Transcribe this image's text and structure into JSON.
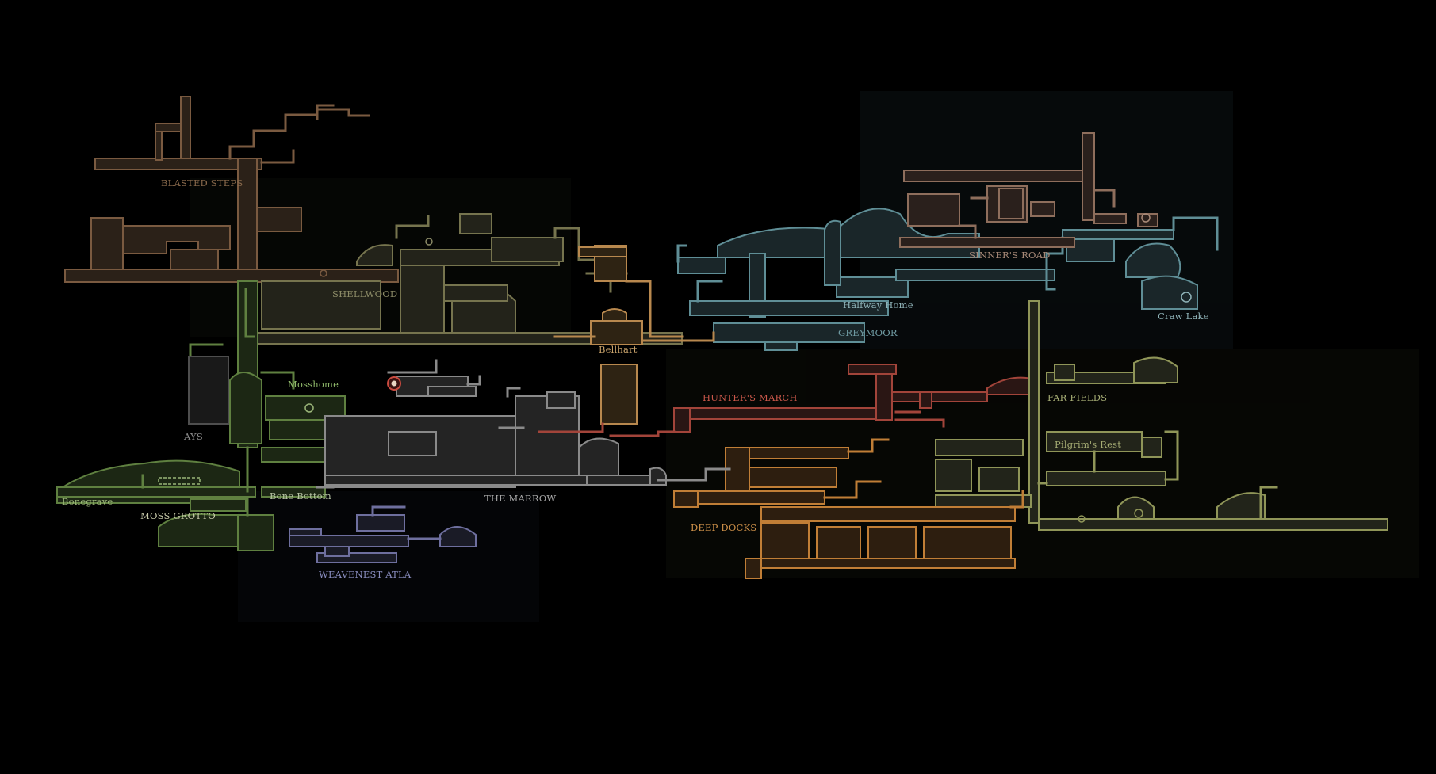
{
  "map": {
    "background": "#000000",
    "areas": [
      {
        "id": "blasted-steps",
        "label": "BLASTED STEPS",
        "color": "#8a6a4c"
      },
      {
        "id": "shellwood",
        "label": "SHELLWOOD",
        "color": "#8b8a66"
      },
      {
        "id": "bellhart",
        "label": "Bellhart",
        "color": "#c8a26a"
      },
      {
        "id": "halfway-home",
        "label": "Halfway Home",
        "color": "#8fb3b8"
      },
      {
        "id": "greymoor",
        "label": "GREYMOOR",
        "color": "#6f9aa2"
      },
      {
        "id": "sinners-road",
        "label": "SINNER'S ROAD",
        "color": "#a88a78"
      },
      {
        "id": "craw-lake",
        "label": "Craw Lake",
        "color": "#8fb3b8"
      },
      {
        "id": "mosshome",
        "label": "Mosshome",
        "color": "#8fb86a"
      },
      {
        "id": "hunters-march",
        "label": "HUNTER'S MARCH",
        "color": "#c9574a"
      },
      {
        "id": "far-fields",
        "label": "FAR FIELDS",
        "color": "#a6ad74"
      },
      {
        "id": "pilgrims-rest",
        "label": "Pilgrim's Rest",
        "color": "#a6ad74"
      },
      {
        "id": "ways",
        "label": "AYS",
        "color": "#8a8a8a"
      },
      {
        "id": "bonegrave",
        "label": "Bonegrave",
        "color": "#9ab578"
      },
      {
        "id": "bone-bottom",
        "label": "Bone Bottom",
        "color": "#b7c4a4"
      },
      {
        "id": "moss-grotto",
        "label": "MOSS GROTTO",
        "color": "#c6c8a8"
      },
      {
        "id": "the-marrow",
        "label": "THE MARROW",
        "color": "#a9a9a9"
      },
      {
        "id": "deep-docks",
        "label": "DEEP DOCKS",
        "color": "#d0924a"
      },
      {
        "id": "weavenest-atla",
        "label": "WEAVENEST ATLA",
        "color": "#8a8ec0"
      }
    ],
    "player_marker": {
      "icon": "player-location-icon",
      "color": "#c94a3f"
    },
    "colors": {
      "brown": "#7a5a40",
      "olive": "#76744e",
      "amber": "#b8884e",
      "teal": "#5f8e96",
      "mauve": "#8e6e5c",
      "green": "#5f8040",
      "grey": "#8a8a8a",
      "red": "#a2443a",
      "orange": "#c07e36",
      "khaki": "#8f9558",
      "violet": "#6e6f9e"
    }
  }
}
